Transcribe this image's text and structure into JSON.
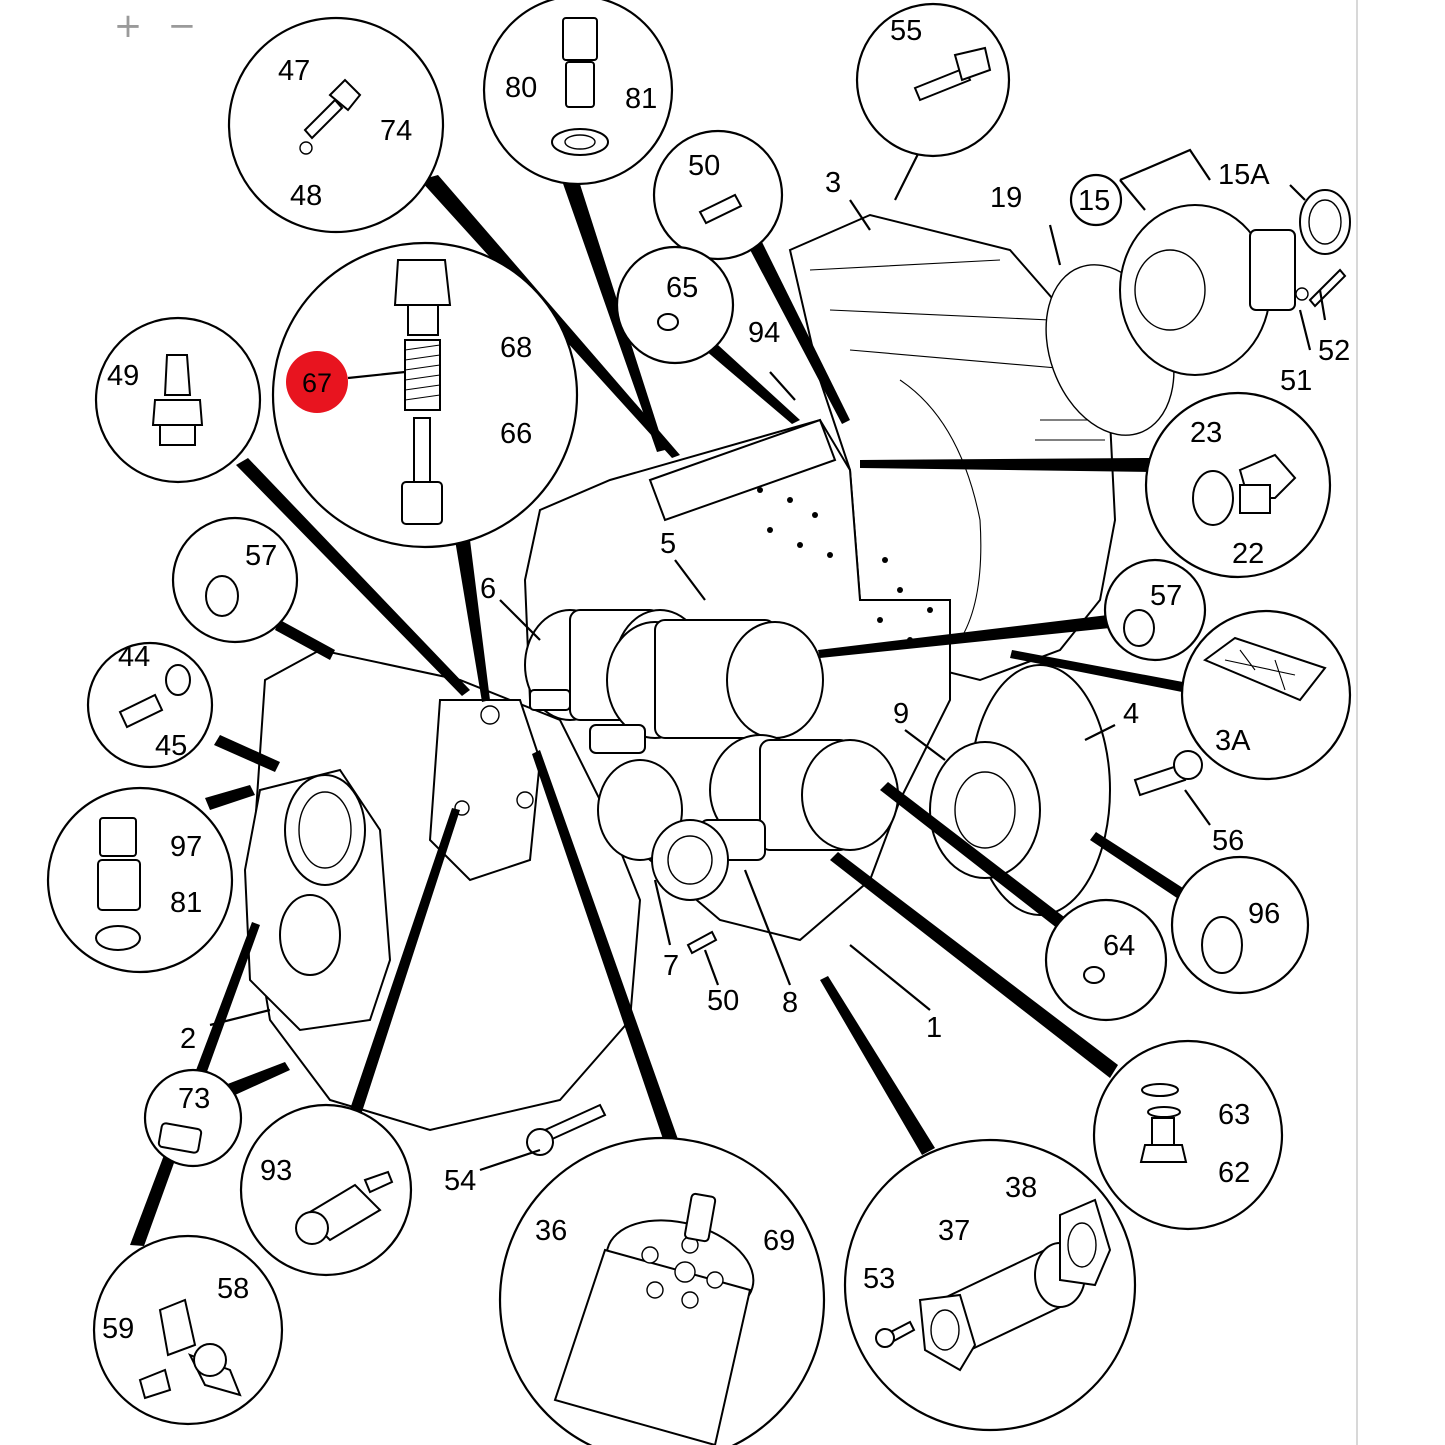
{
  "viewer": {
    "zoom_in_label": "+",
    "zoom_out_label": "−",
    "highlight_color": "#e8141f",
    "highlighted_part": "67"
  },
  "labels": {
    "p1": "1",
    "p2": "2",
    "p3": "3",
    "p3a": "3A",
    "p4": "4",
    "p5": "5",
    "p6": "6",
    "p7": "7",
    "p8": "8",
    "p9": "9",
    "p15": "15",
    "p15a": "15A",
    "p19": "19",
    "p22": "22",
    "p23": "23",
    "p36": "36",
    "p37": "37",
    "p38": "38",
    "p44": "44",
    "p45": "45",
    "p47": "47",
    "p48": "48",
    "p49": "49",
    "p50a": "50",
    "p50b": "50",
    "p51": "51",
    "p52": "52",
    "p53": "53",
    "p54": "54",
    "p55": "55",
    "p56": "56",
    "p57a": "57",
    "p57b": "57",
    "p58": "58",
    "p59": "59",
    "p62": "62",
    "p63": "63",
    "p64": "64",
    "p65": "65",
    "p66": "66",
    "p67": "67",
    "p68": "68",
    "p69": "69",
    "p73": "73",
    "p74": "74",
    "p80": "80",
    "p81a": "81",
    "p81b": "81",
    "p93": "93",
    "p94": "94",
    "p96": "96",
    "p97": "97"
  }
}
